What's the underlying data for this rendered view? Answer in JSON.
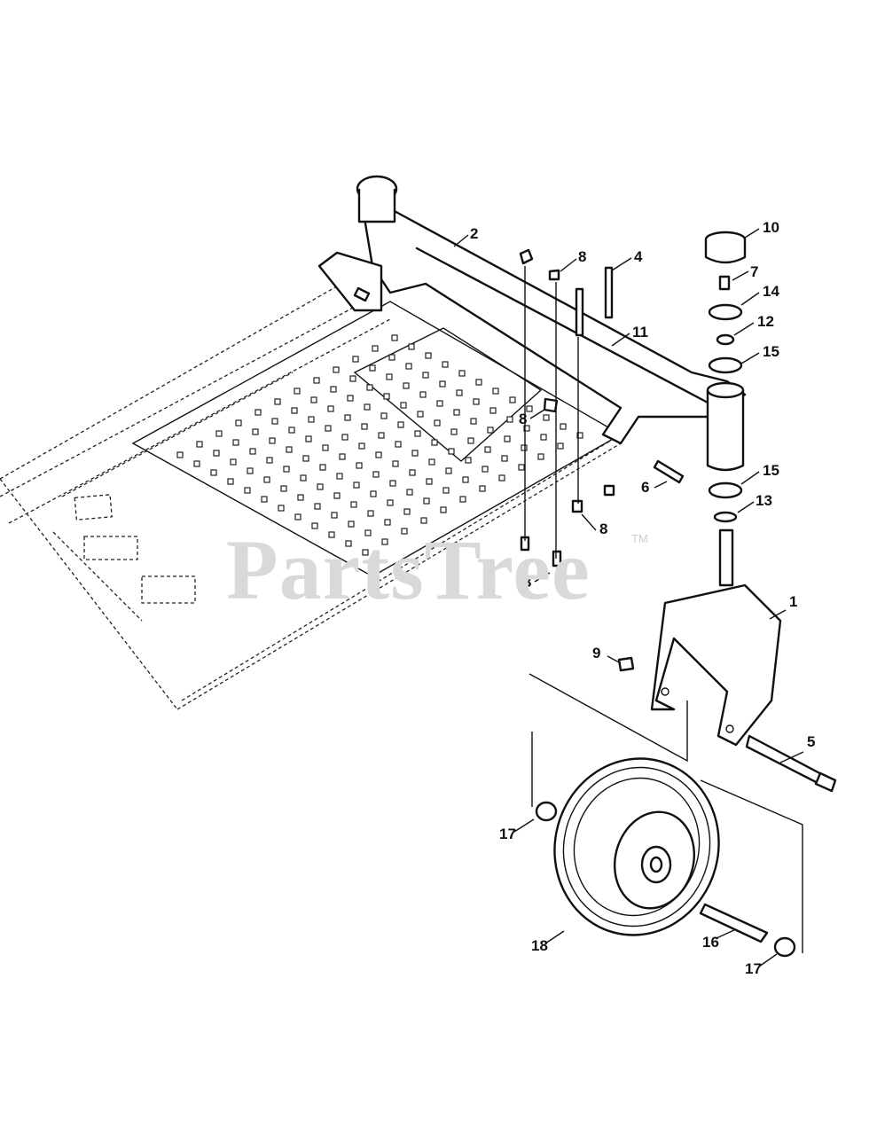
{
  "watermark": {
    "text": "PartsTree",
    "trademark": "TM"
  },
  "callouts": [
    "1",
    "2",
    "3",
    "4",
    "5",
    "6",
    "7",
    "8",
    "8",
    "8",
    "9",
    "10",
    "11",
    "12",
    "13",
    "14",
    "15",
    "15",
    "16",
    "17",
    "17",
    "18"
  ]
}
